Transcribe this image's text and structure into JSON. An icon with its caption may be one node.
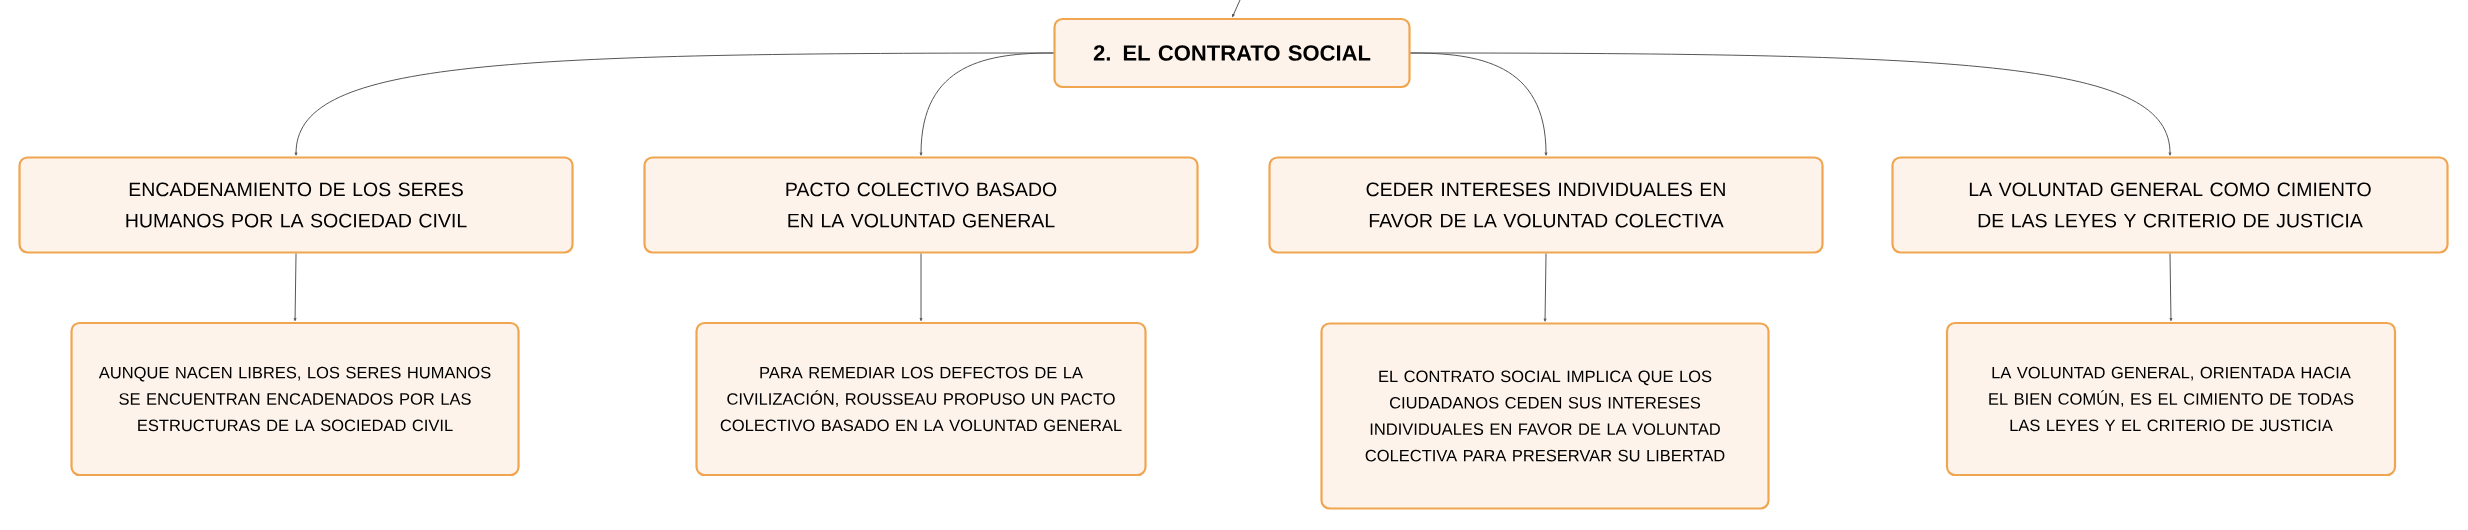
{
  "diagram": {
    "nodes": [
      {
        "text": [
          "2. EL CONTRATO SOCIAL"
        ]
      },
      {
        "text": [
          "ENCADENAMIENTO DE LOS SERES HUMANOS POR LA SOCIEDAD CIVIL"
        ]
      },
      {
        "text": [
          "PACTO COLECTIVO BASADO EN LA VOLUNTAD GENERAL"
        ]
      },
      {
        "text": [
          "CEDER INTERESES INDIVIDUALES EN FAVOR DE LA VOLUNTAD COLECTIVA"
        ]
      },
      {
        "text": [
          "LA VOLUNTAD GENERAL COMO CIMIENTO DE LAS LEYES Y CRITERIO DE JUSTICIA"
        ]
      },
      {
        "text": [
          "AUNQUE NACEN LIBRES, LOS SERES HUMANOS SE ENCUENTRAN ENCADENADOS POR LAS ESTRUCTURAS DE LA SOCIEDAD CIVIL"
        ]
      },
      {
        "text": [
          "PARA REMEDIAR LOS DEFECTOS DE LA CIVILIZACIÓN, ROUSSEAU PROPUSO UN PACTO COLECTIVO BASADO EN LA VOLUNTAD GENERAL"
        ]
      },
      {
        "text": [
          "EL CONTRATO SOCIAL IMPLICA QUE LOS CIUDADANOS CEDEN SUS INTERESES INDIVIDUALES EN FAVOR DE LA VOLUNTAD COLECTIVA PARA PRESERVAR SU LIBERTAD"
        ]
      },
      {
        "text": [
          "LA VOLUNTAD GENERAL, ORIENTADA HACIA EL BIEN COMÚN, ES EL CIMIENTO DE TODAS LAS LEYES Y EL CRITERIO DE JUSTICIA"
        ]
      }
    ],
    "edges": [
      {
        "from": null,
        "to": 0,
        "arrow": "to"
      },
      {
        "from": 0,
        "to": 1,
        "arrow": "to"
      },
      {
        "from": 0,
        "to": 2,
        "arrow": "to"
      },
      {
        "from": 0,
        "to": 3,
        "arrow": "to"
      },
      {
        "from": 0,
        "to": 4,
        "arrow": "to"
      },
      {
        "from": 1,
        "to": 5,
        "arrow": "to"
      },
      {
        "from": 2,
        "to": 6,
        "arrow": "to"
      },
      {
        "from": 3,
        "to": 7,
        "arrow": "to"
      },
      {
        "from": 4,
        "to": 8,
        "arrow": "to"
      }
    ]
  }
}
